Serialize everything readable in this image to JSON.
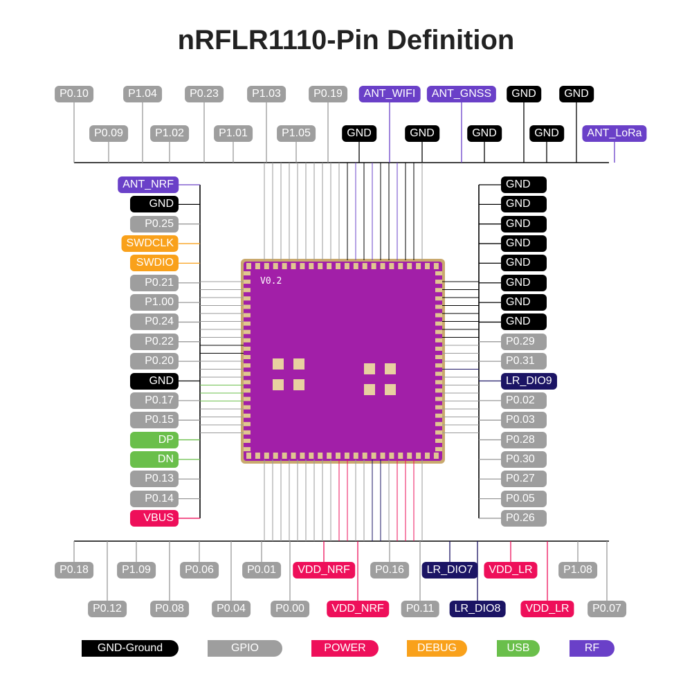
{
  "title": "nRFLR1110-Pin Definition",
  "colors": {
    "gnd": "#000000",
    "gpio": "#9e9e9e",
    "power": "#ee0f5a",
    "debug": "#f9a11b",
    "usb": "#6abf4b",
    "rf": "#6a40c8",
    "lr": "#1b1464",
    "chip": "#a21fa8"
  },
  "chip": {
    "version": "V0.2"
  },
  "top_row1": [
    {
      "label": "P0.10",
      "type": "gpio"
    },
    {
      "label": "P1.04",
      "type": "gpio"
    },
    {
      "label": "P0.23",
      "type": "gpio"
    },
    {
      "label": "P1.03",
      "type": "gpio"
    },
    {
      "label": "P0.19",
      "type": "gpio"
    },
    {
      "label": "ANT_WIFI",
      "type": "rf"
    },
    {
      "label": "ANT_GNSS",
      "type": "rf"
    },
    {
      "label": "GND",
      "type": "gnd"
    },
    {
      "label": "GND",
      "type": "gnd"
    }
  ],
  "top_row2": [
    {
      "label": "P0.09",
      "type": "gpio"
    },
    {
      "label": "P1.02",
      "type": "gpio"
    },
    {
      "label": "P1.01",
      "type": "gpio"
    },
    {
      "label": "P1.05",
      "type": "gpio"
    },
    {
      "label": "GND",
      "type": "gnd"
    },
    {
      "label": "GND",
      "type": "gnd"
    },
    {
      "label": "GND",
      "type": "gnd"
    },
    {
      "label": "GND",
      "type": "gnd"
    },
    {
      "label": "ANT_LoRa",
      "type": "rf"
    }
  ],
  "left": [
    {
      "label": "ANT_NRF",
      "type": "rf"
    },
    {
      "label": "GND",
      "type": "gnd"
    },
    {
      "label": "P0.25",
      "type": "gpio"
    },
    {
      "label": "SWDCLK",
      "type": "debug"
    },
    {
      "label": "SWDIO",
      "type": "debug"
    },
    {
      "label": "P0.21",
      "type": "gpio"
    },
    {
      "label": "P1.00",
      "type": "gpio"
    },
    {
      "label": "P0.24",
      "type": "gpio"
    },
    {
      "label": "P0.22",
      "type": "gpio"
    },
    {
      "label": "P0.20",
      "type": "gpio"
    },
    {
      "label": "GND",
      "type": "gnd"
    },
    {
      "label": "P0.17",
      "type": "gpio"
    },
    {
      "label": "P0.15",
      "type": "gpio"
    },
    {
      "label": "DP",
      "type": "usb"
    },
    {
      "label": "DN",
      "type": "usb"
    },
    {
      "label": "P0.13",
      "type": "gpio"
    },
    {
      "label": "P0.14",
      "type": "gpio"
    },
    {
      "label": "VBUS",
      "type": "power"
    }
  ],
  "right": [
    {
      "label": "GND",
      "type": "gnd"
    },
    {
      "label": "GND",
      "type": "gnd"
    },
    {
      "label": "GND",
      "type": "gnd"
    },
    {
      "label": "GND",
      "type": "gnd"
    },
    {
      "label": "GND",
      "type": "gnd"
    },
    {
      "label": "GND",
      "type": "gnd"
    },
    {
      "label": "GND",
      "type": "gnd"
    },
    {
      "label": "GND",
      "type": "gnd"
    },
    {
      "label": "P0.29",
      "type": "gpio"
    },
    {
      "label": "P0.31",
      "type": "gpio"
    },
    {
      "label": "LR_DIO9",
      "type": "lr"
    },
    {
      "label": "P0.02",
      "type": "gpio"
    },
    {
      "label": "P0.03",
      "type": "gpio"
    },
    {
      "label": "P0.28",
      "type": "gpio"
    },
    {
      "label": "P0.30",
      "type": "gpio"
    },
    {
      "label": "P0.27",
      "type": "gpio"
    },
    {
      "label": "P0.05",
      "type": "gpio"
    },
    {
      "label": "P0.26",
      "type": "gpio"
    }
  ],
  "bottom_row1": [
    {
      "label": "P0.18",
      "type": "gpio"
    },
    {
      "label": "P1.09",
      "type": "gpio"
    },
    {
      "label": "P0.06",
      "type": "gpio"
    },
    {
      "label": "P0.01",
      "type": "gpio"
    },
    {
      "label": "VDD_NRF",
      "type": "power"
    },
    {
      "label": "P0.16",
      "type": "gpio"
    },
    {
      "label": "LR_DIO7",
      "type": "lr"
    },
    {
      "label": "VDD_LR",
      "type": "power"
    },
    {
      "label": "P1.08",
      "type": "gpio"
    }
  ],
  "bottom_row2": [
    {
      "label": "P0.12",
      "type": "gpio"
    },
    {
      "label": "P0.08",
      "type": "gpio"
    },
    {
      "label": "P0.04",
      "type": "gpio"
    },
    {
      "label": "P0.00",
      "type": "gpio"
    },
    {
      "label": "VDD_NRF",
      "type": "power"
    },
    {
      "label": "P0.11",
      "type": "gpio"
    },
    {
      "label": "LR_DIO8",
      "type": "lr"
    },
    {
      "label": "VDD_LR",
      "type": "power"
    },
    {
      "label": "P0.07",
      "type": "gpio"
    }
  ],
  "legend": [
    {
      "label": "GND-Ground",
      "type": "gnd"
    },
    {
      "label": "GPIO",
      "type": "gpio"
    },
    {
      "label": "POWER",
      "type": "power"
    },
    {
      "label": "DEBUG",
      "type": "debug"
    },
    {
      "label": "USB",
      "type": "usb"
    },
    {
      "label": "RF",
      "type": "rf"
    }
  ]
}
